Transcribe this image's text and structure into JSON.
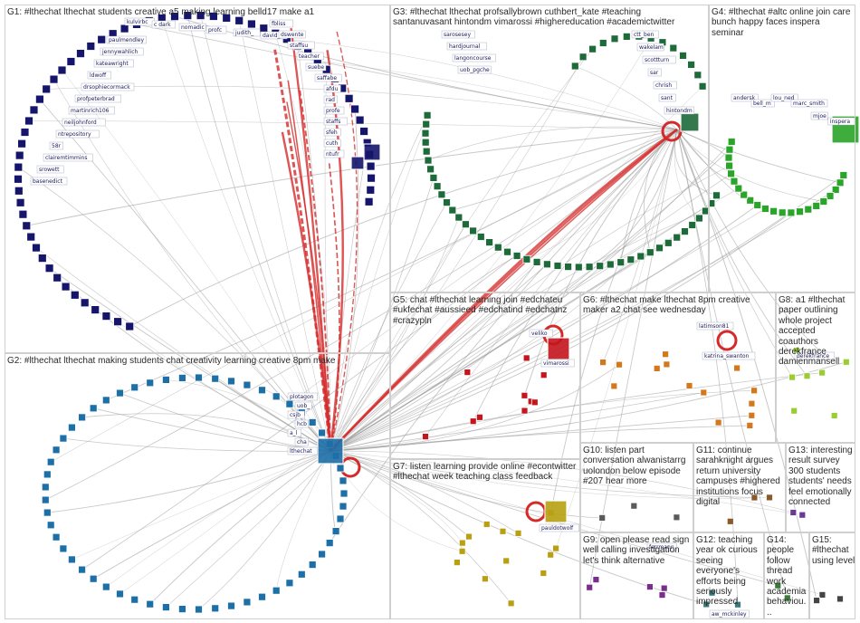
{
  "groups": [
    {
      "id": "G1",
      "caption": "G1: #lthechat lthechat students creative a5 making learning belld17 make a1",
      "color": "#15156b"
    },
    {
      "id": "G2",
      "caption": "G2: #lthechat lthechat making students chat creativity learning creative 8pm make",
      "color": "#1d6fa8"
    },
    {
      "id": "G3",
      "caption": "G3: #lthechat lthechat profsallybrown cuthbert_kate #teaching santanuvasant hintondm vimarossi #highereducation #academictwitter",
      "color": "#1e6b3a"
    },
    {
      "id": "G4",
      "caption": "G4: #lthechat #altc online join care bunch happy faces inspera seminar",
      "color": "#2aa52a"
    },
    {
      "id": "G5",
      "caption": "G5: chat #lthechat learning join #edchateu #ukfechat #aussieed #edchatind #edchatnz #crazypln",
      "color": "#c4161c"
    },
    {
      "id": "G6",
      "caption": "G6: #lthechat make lthechat 8pm creative maker a2 chat see wednesday",
      "color": "#d4781e"
    },
    {
      "id": "G7",
      "caption": "G7: listen learning provide online #econtwitter #lthechat week teaching class feedback",
      "color": "#b8a012"
    },
    {
      "id": "G8",
      "caption": "G8: a1 #lthechat paper outlining whole project accepted coauthors derekfrance damienmansell",
      "color": "#9acd32"
    },
    {
      "id": "G9",
      "caption": "G9: open please read sign well calling investigation let's think alternative",
      "color": "#7b2d8e"
    },
    {
      "id": "G10",
      "caption": "G10: listen part conversation alwanistarrg uolondon below episode #207 hear more",
      "color": "#5a5a5a"
    },
    {
      "id": "G11",
      "caption": "G11: continue sarahknight argues return university campuses #highered institutions focus digital",
      "color": "#8a5a2a"
    },
    {
      "id": "G12",
      "caption": "G12: teaching year ok curious seeing everyone's efforts being seriously impressed",
      "color": "#3a7a7a"
    },
    {
      "id": "G13",
      "caption": "G13: interesting result survey 300 students students' needs feel emotionally connected",
      "color": "#6a3a9a"
    },
    {
      "id": "G14",
      "caption": "G14: people follow thread work academia behaviou...",
      "color": "#444444"
    },
    {
      "id": "G15",
      "caption": "G15: #lthechat using level",
      "color": "#3a7a3a"
    }
  ],
  "vertex_labels": [
    {
      "text": "kulvirbc",
      "group": "G1"
    },
    {
      "text": "c dark",
      "group": "G1"
    },
    {
      "text": "nomadic",
      "group": "G1"
    },
    {
      "text": "profc",
      "group": "G1"
    },
    {
      "text": "judith_",
      "group": "G1"
    },
    {
      "text": "david_t",
      "group": "G1"
    },
    {
      "text": "paulmendley",
      "group": "G1"
    },
    {
      "text": "jennywahlich",
      "group": "G1"
    },
    {
      "text": "kateawright",
      "group": "G1"
    },
    {
      "text": "ldwoff",
      "group": "G1"
    },
    {
      "text": "drsophiecormack",
      "group": "G1"
    },
    {
      "text": "profpeterbrad",
      "group": "G1"
    },
    {
      "text": "martinrich106",
      "group": "G1"
    },
    {
      "text": "neiljohnford",
      "group": "G1"
    },
    {
      "text": "ntrepository",
      "group": "G1"
    },
    {
      "text": "58r",
      "group": "G1"
    },
    {
      "text": "clairemtimmins",
      "group": "G1"
    },
    {
      "text": "srowett",
      "group": "G1"
    },
    {
      "text": "basenedict",
      "group": "G1"
    },
    {
      "text": "fbliss",
      "group": "G1"
    },
    {
      "text": "dswente",
      "group": "G1"
    },
    {
      "text": "staffsu",
      "group": "G1"
    },
    {
      "text": "teacher",
      "group": "G1"
    },
    {
      "text": "suebe",
      "group": "G1"
    },
    {
      "text": "saffabe",
      "group": "G1"
    },
    {
      "text": "afdu",
      "group": "G1"
    },
    {
      "text": "rad",
      "group": "G1"
    },
    {
      "text": "profe",
      "group": "G1"
    },
    {
      "text": "staffs",
      "group": "G1"
    },
    {
      "text": "sfeh",
      "group": "G1"
    },
    {
      "text": "cuth",
      "group": "G1"
    },
    {
      "text": "ntufr",
      "group": "G1"
    },
    {
      "text": "plotagon",
      "group": "G2"
    },
    {
      "text": "uob_",
      "group": "G2"
    },
    {
      "text": "csjb",
      "group": "G2"
    },
    {
      "text": "hcb",
      "group": "G2"
    },
    {
      "text": "a_l",
      "group": "G2"
    },
    {
      "text": "cha",
      "group": "G2"
    },
    {
      "text": "lthechat",
      "group": "G2"
    },
    {
      "text": "sarosesey",
      "group": "G3"
    },
    {
      "text": "hardjournal",
      "group": "G3"
    },
    {
      "text": "langoncourse",
      "group": "G3"
    },
    {
      "text": "uob_pgche",
      "group": "G3"
    },
    {
      "text": "ctt_ben",
      "group": "G3"
    },
    {
      "text": "wakelam",
      "group": "G3"
    },
    {
      "text": "scottturn",
      "group": "G3"
    },
    {
      "text": "sar",
      "group": "G3"
    },
    {
      "text": "chrish",
      "group": "G3"
    },
    {
      "text": "sant",
      "group": "G3"
    },
    {
      "text": "hintondm",
      "group": "G3"
    },
    {
      "text": "andersk",
      "group": "G4"
    },
    {
      "text": "bell_m",
      "group": "G4"
    },
    {
      "text": "lou_ned",
      "group": "G4"
    },
    {
      "text": "marc_smith",
      "group": "G4"
    },
    {
      "text": "mjoe",
      "group": "G4"
    },
    {
      "text": "inspera",
      "group": "G4"
    },
    {
      "text": "veliko",
      "group": "G5"
    },
    {
      "text": "vimarossi",
      "group": "G5"
    },
    {
      "text": "latimson81",
      "group": "G6"
    },
    {
      "text": "katrina_swanton",
      "group": "G6"
    },
    {
      "text": "derekfrance",
      "group": "G8"
    },
    {
      "text": "pauldotwolf",
      "group": "G7"
    },
    {
      "text": "ferrmann",
      "group": "G9"
    },
    {
      "text": "aw_mckinley",
      "group": "G12"
    }
  ]
}
